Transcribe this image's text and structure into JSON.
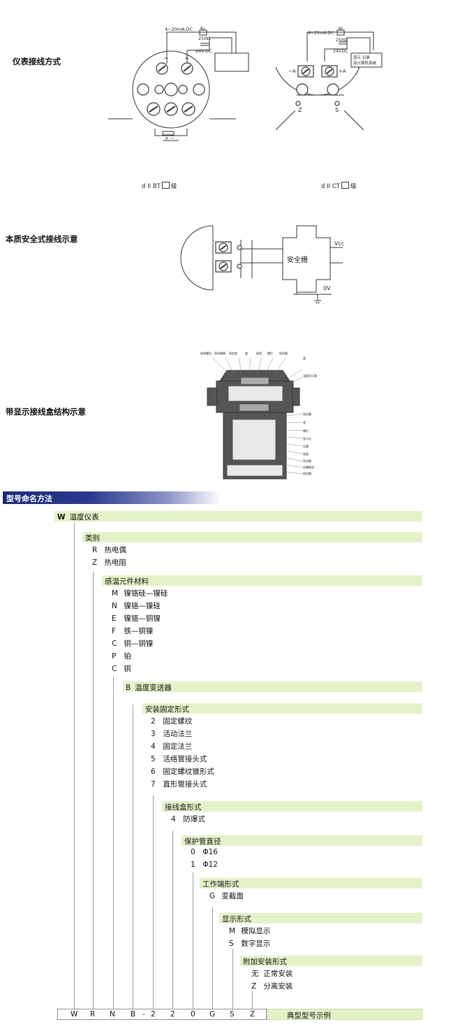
{
  "sections": {
    "wiring": "仪表接线方式",
    "intrinsic": "本质安全式接线示意",
    "display_box": "带显示接线盒结构示意"
  },
  "diagram1": {
    "signal": "4~20mA.DC",
    "rl": "RL",
    "resistor": "250Ω",
    "supply": "24V.DC",
    "minus": "−",
    "plus": "+",
    "plus_minus": "+  −"
  },
  "diagram2": {
    "signal": "4~20mA.DC",
    "rl": "RL",
    "resistor": "250Ω",
    "supply": "24V.DC",
    "system_line1": "显示 记录",
    "system_line2": "及计算机系统",
    "left_term": "−A",
    "right_term": "+A",
    "z": "Z",
    "s": "S"
  },
  "caption_left_a": "d II BT",
  "caption_left_b": "级",
  "caption_right_a": "d II CT",
  "caption_right_b": "级",
  "diagram3": {
    "barrier": "安全栅",
    "vcc": "Vcc",
    "ov": "0V"
  },
  "diagram4": {
    "top_labels": [
      "穿线螺母",
      "密封橡圈",
      "密封垫",
      "盖",
      "接线",
      "螺钉",
      "密封圈"
    ],
    "side_labels": [
      "盖",
      "温度显示器",
      "密封圈",
      "表",
      "螺钉",
      "显示仪",
      "压圈",
      "接座",
      "密封圈",
      "防爆玻璃",
      "密封圈"
    ]
  },
  "naming": {
    "heading": "型号命名方法",
    "levels": [
      {
        "code": "W",
        "title": "温度仪表",
        "items": []
      },
      {
        "code": "",
        "title": "类别",
        "items": [
          {
            "k": "R",
            "v": "热电偶"
          },
          {
            "k": "Z",
            "v": "热电阻"
          }
        ]
      },
      {
        "code": "",
        "title": "感温元件材料",
        "items": [
          {
            "k": "M",
            "v": "镍铬硅—镍硅"
          },
          {
            "k": "N",
            "v": "镍铬—镍硅"
          },
          {
            "k": "E",
            "v": "镍铬—铜镍"
          },
          {
            "k": "F",
            "v": "铁—铜镍"
          },
          {
            "k": "C",
            "v": "铜—铜镍"
          },
          {
            "k": "P",
            "v": "铂"
          },
          {
            "k": "C",
            "v": "铜"
          }
        ]
      },
      {
        "code": "B",
        "title": "温度变送器",
        "items": []
      },
      {
        "code": "",
        "title": "安装固定形式",
        "items": [
          {
            "k": "2",
            "v": "固定螺纹"
          },
          {
            "k": "3",
            "v": "活动法兰"
          },
          {
            "k": "4",
            "v": "固定法兰"
          },
          {
            "k": "5",
            "v": "活络管接头式"
          },
          {
            "k": "6",
            "v": "固定螺纹锥形式"
          },
          {
            "k": "7",
            "v": "直形管接头式"
          }
        ]
      },
      {
        "code": "",
        "title": "接线盒形式",
        "items": [
          {
            "k": "4",
            "v": "防爆式"
          }
        ]
      },
      {
        "code": "",
        "title": "保护管直径",
        "items": [
          {
            "k": "0",
            "v": "Φ16"
          },
          {
            "k": "1",
            "v": "Φ12"
          }
        ]
      },
      {
        "code": "",
        "title": "工作端形式",
        "items": [
          {
            "k": "G",
            "v": "变截面"
          }
        ]
      },
      {
        "code": "",
        "title": "显示形式",
        "items": [
          {
            "k": "M",
            "v": "模拟显示"
          },
          {
            "k": "S",
            "v": "数字显示"
          }
        ]
      },
      {
        "code": "",
        "title": "附加安装形式",
        "items": [
          {
            "k": "无",
            "v": "正常安装"
          },
          {
            "k": "Z",
            "v": "分离安装"
          }
        ]
      }
    ],
    "example_codes": [
      "W",
      "R",
      "N",
      "B",
      "-",
      "2",
      "2",
      "0",
      "G",
      "S",
      "Z"
    ],
    "example_label": "典型型号示例"
  }
}
